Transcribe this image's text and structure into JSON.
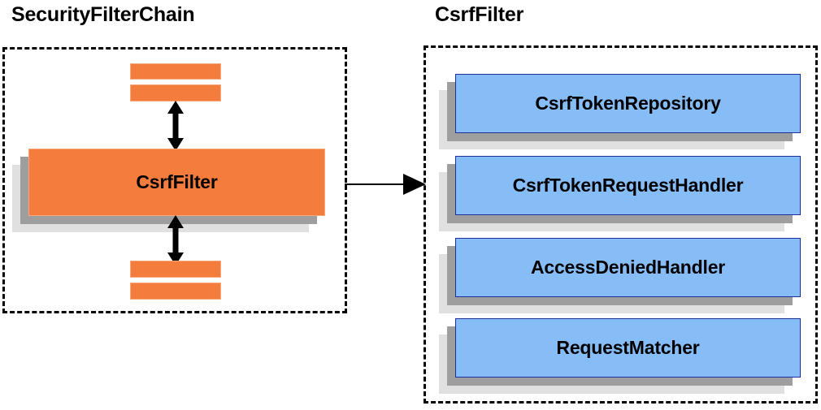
{
  "diagram": {
    "type": "component-relationship",
    "panels": [
      {
        "id": "security-filter-chain",
        "title": "SecurityFilterChain",
        "highlighted_component": "CsrfFilter",
        "abbreviated_filters_above": 2,
        "abbreviated_filters_below": 2
      },
      {
        "id": "csrf-filter",
        "title": "CsrfFilter",
        "collaborators": [
          "CsrfTokenRepository",
          "CsrfTokenRequestHandler",
          "AccessDeniedHandler",
          "RequestMatcher"
        ]
      }
    ],
    "connector": {
      "from": "security-filter-chain",
      "to": "csrf-filter",
      "style": "single-headed-arrow"
    },
    "internal_connectors": [
      {
        "style": "double-headed-arrow",
        "position": "above-csrf-filter"
      },
      {
        "style": "double-headed-arrow",
        "position": "below-csrf-filter"
      }
    ]
  },
  "colors": {
    "orange_fill": "#f47c3c",
    "orange_border": "#f7a77a",
    "blue_fill": "#87bdf7",
    "blue_border": "#1f2e9e",
    "shadow_dark": "#9e9e9e",
    "shadow_light": "#e0e0e0",
    "outline": "#000000",
    "background": "#ffffff"
  }
}
